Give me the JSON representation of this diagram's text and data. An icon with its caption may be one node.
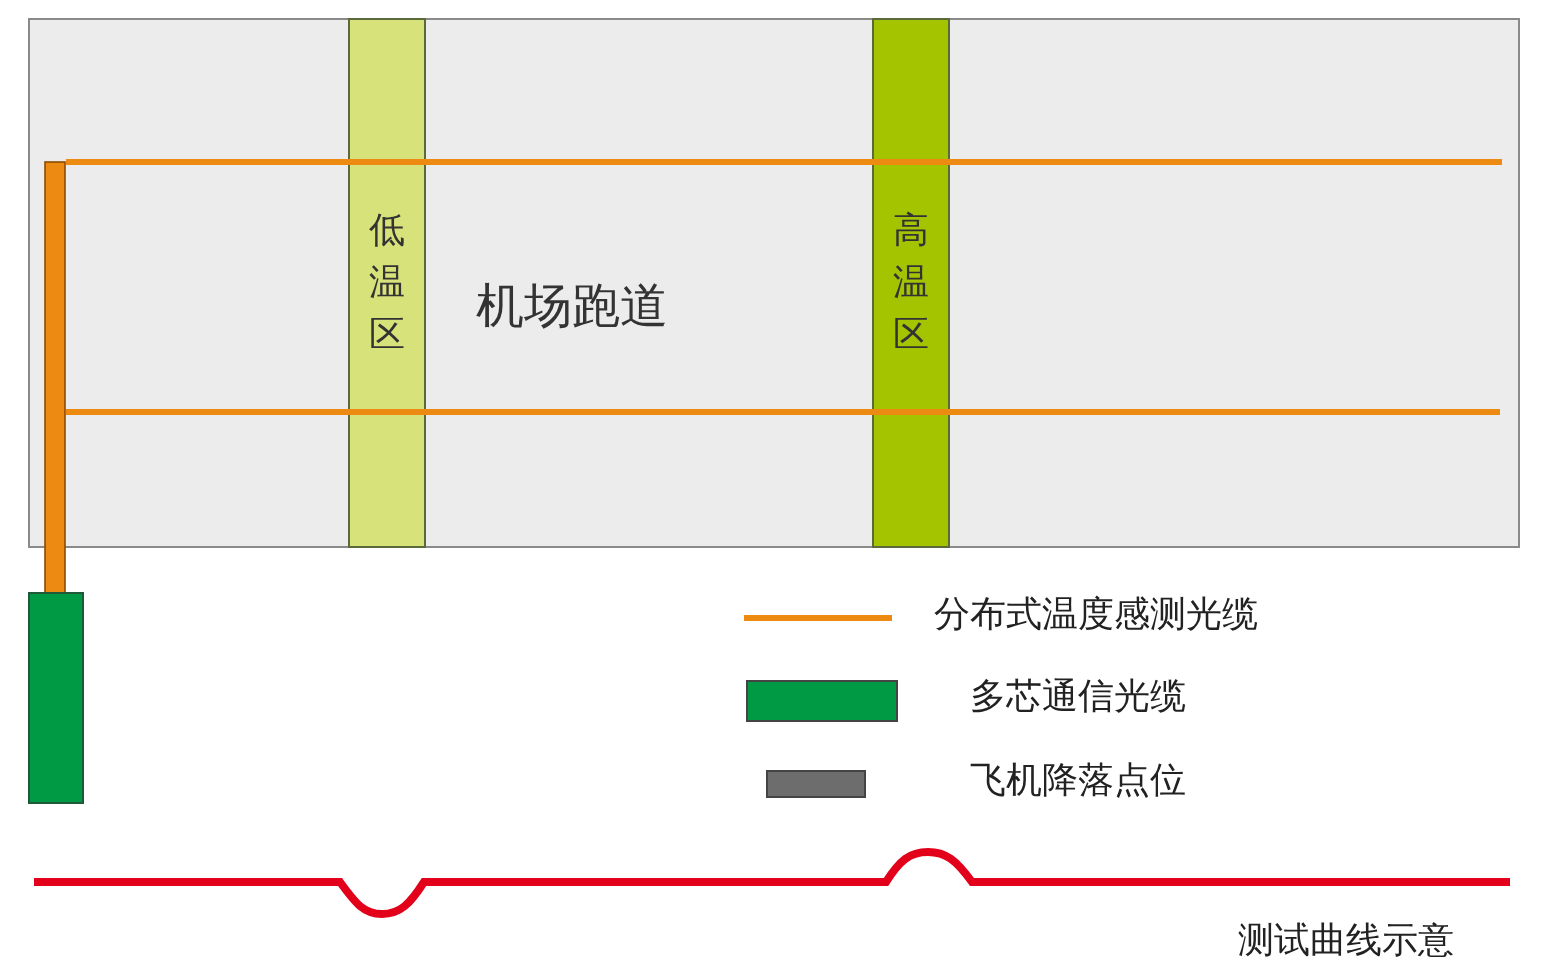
{
  "diagram": {
    "nodes": [
      {
        "text": [
          "机场跑道"
        ]
      },
      {
        "text": [
          "低温区"
        ],
        "in": 0
      },
      {
        "text": [
          "高温区"
        ],
        "in": 0
      }
    ],
    "labels": [
      "测试曲线示意"
    ],
    "legend": [
      {
        "text": "分布式温度感测光缆"
      },
      {
        "text": "多芯通信光缆",
        "color": "#009a44"
      },
      {
        "text": "飞机降落点位",
        "color": "#6d6d6d"
      }
    ]
  }
}
